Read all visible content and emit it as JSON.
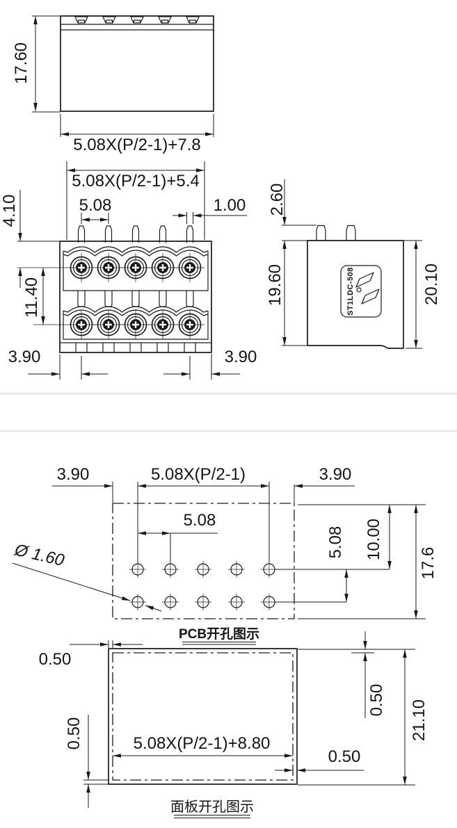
{
  "drawing_title": "terminal-block-dimension-drawing",
  "colors": {
    "line": "#1a1a1a",
    "background": "#ffffff",
    "separator": "#e4e9de"
  },
  "top_view": {
    "height_dim": "17.60",
    "width_dim": "5.08X(P/2-1)+7.8"
  },
  "front_view": {
    "width_dim": "5.08X(P/2-1)+5.4",
    "pitch_dim": "5.08",
    "pin_width_dim": "1.00",
    "pin_offset_dim": "4.10",
    "row_spacing_dim": "11.40",
    "edge_left_dim": "3.90",
    "edge_right_dim": "3.90"
  },
  "side_view": {
    "pin_protrusion_dim": "2.60",
    "body_height_dim": "19.60",
    "overall_height_dim": "20.10",
    "part_number": "ST1LDC-508"
  },
  "pcb_view": {
    "edge_left_dim": "3.90",
    "span_dim": "5.08X(P/2-1)",
    "edge_right_dim": "3.90",
    "pitch_dim": "5.08",
    "row_pitch_dim": "5.08",
    "row_offset_dim": "10.00",
    "height_dim": "17.6",
    "hole_diameter_dim": "Ø 1.60",
    "caption": "PCB开孔图示"
  },
  "panel_view": {
    "gap_top_left_dim": "0.50",
    "gap_bottom_left_dim": "0.50",
    "width_dim": "5.08X(P/2-1)+8.80",
    "gap_bottom_right_dim": "0.50",
    "gap_top_right_dim": "0.50",
    "height_dim": "21.10",
    "caption": "面板开孔图示"
  }
}
